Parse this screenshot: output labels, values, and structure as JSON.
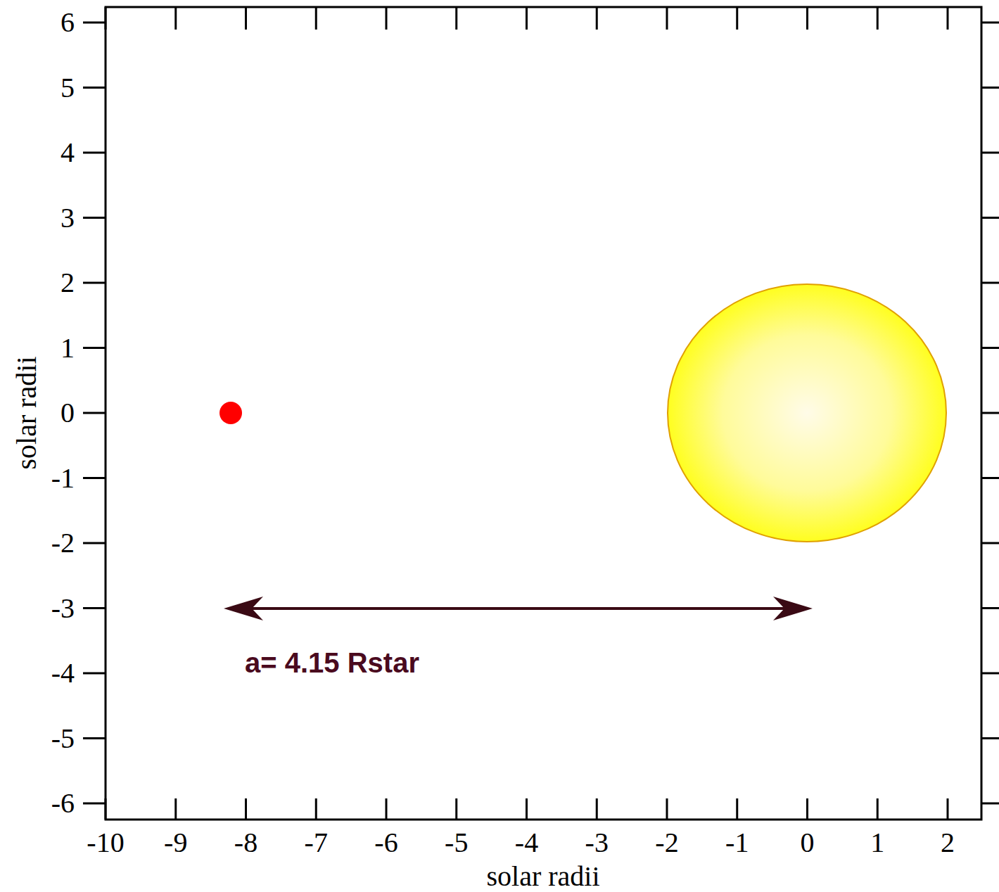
{
  "diagram": {
    "labels": [
      "6",
      "5",
      "4",
      "3",
      "2",
      "1",
      "0",
      "-1",
      "-2",
      "-3",
      "-4",
      "-5",
      "-6",
      "-10",
      "-9",
      "-8",
      "-7",
      "-6",
      "-5",
      "-4",
      "-3",
      "-2",
      "-1",
      "0",
      "1",
      "2",
      "solar radii",
      "solar radii",
      "a= 4.15 Rstar"
    ]
  }
}
